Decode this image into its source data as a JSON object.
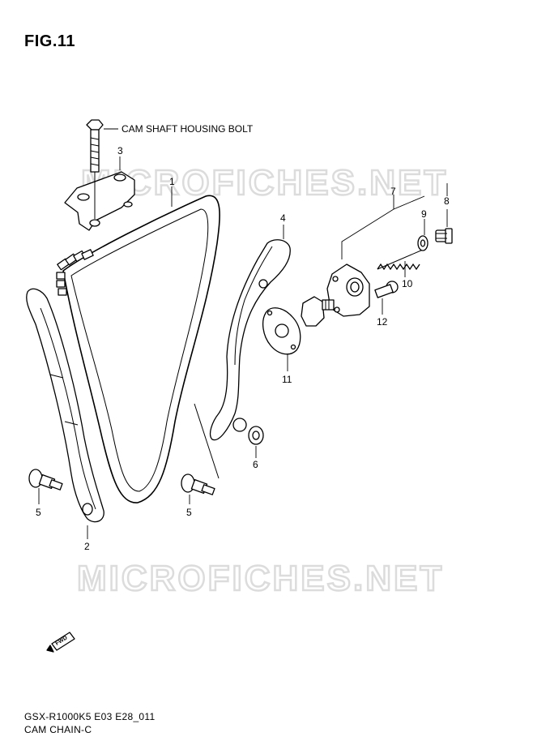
{
  "figure": {
    "title": "FIG.11",
    "model_code": "GSX-R1000K5 E03 E28_011",
    "section_name": "CAM CHAIN-C"
  },
  "watermark_text": "MICROFICHES.NET",
  "callouts": {
    "cam_shaft_housing_bolt": "CAM SHAFT HOUSING BOLT",
    "p1": "1",
    "p2": "2",
    "p3": "3",
    "p4": "4",
    "p5a": "5",
    "p5b": "5",
    "p6": "6",
    "p7": "7",
    "p8": "8",
    "p9": "9",
    "p10": "10",
    "p11": "11",
    "p12": "12"
  },
  "fwd_label": "FWD"
}
